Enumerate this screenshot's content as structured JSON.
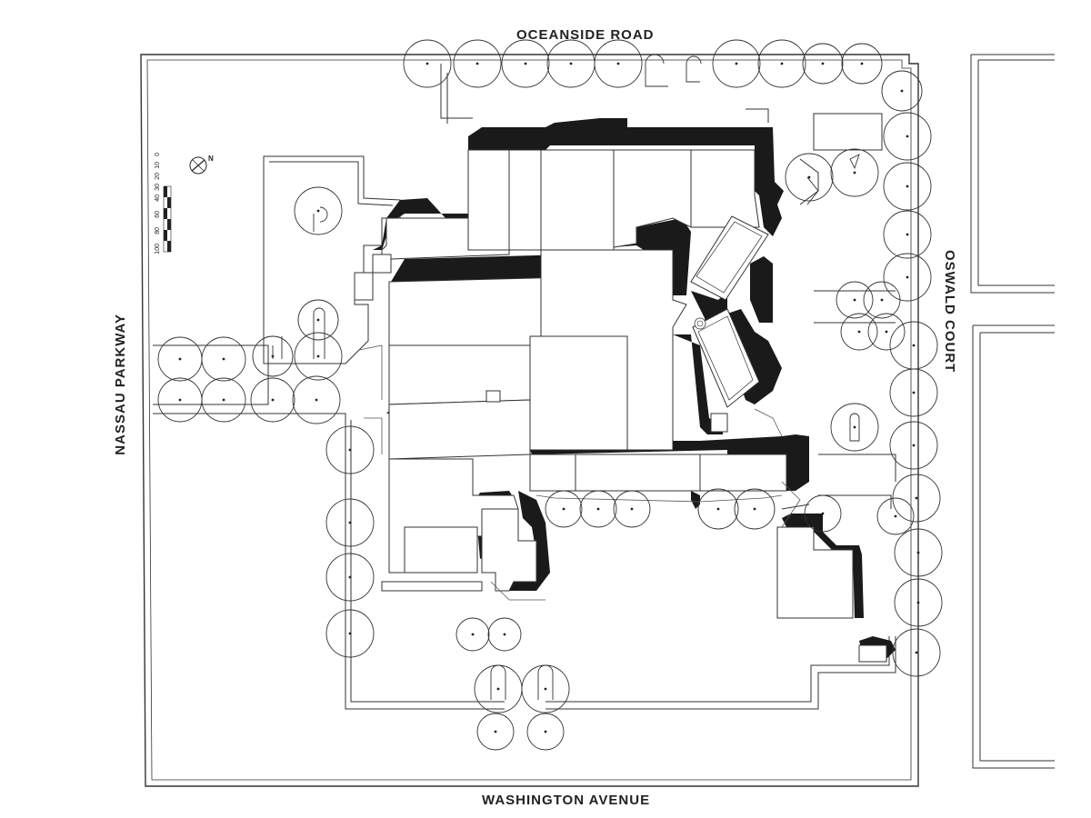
{
  "streets": {
    "north": "OCEANSIDE ROAD",
    "east": "OSWALD COURT",
    "west": "NASSAU PARKWAY",
    "south": "WASHINGTON AVENUE"
  },
  "scale_bar": {
    "ticks": [
      "0",
      "10",
      "20",
      "30",
      "40",
      "60",
      "80",
      "100"
    ]
  },
  "north_arrow": {
    "label": "N"
  },
  "colors": {
    "ink": "#1a1a1a",
    "line": "#333333",
    "paper": "#ffffff"
  }
}
